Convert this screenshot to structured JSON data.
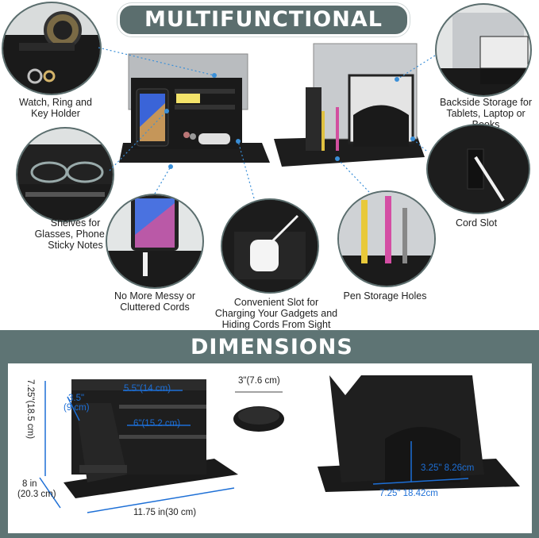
{
  "header": {
    "title": "MULTIFUNCTIONAL STAND"
  },
  "features": {
    "watch": "Watch, Ring and\nKey Holder",
    "backside": "Backside Storage for\nTablets, Laptop or Books",
    "shelves": "Shelves for\nGlasses, Phone or\nSticky Notes",
    "cord_slot": "Cord Slot",
    "cords": "No More Messy or\nCluttered Cords",
    "charging": "Convenient Slot for\nCharging Your Gadgets and\nHiding Cords From Sight",
    "pens": "Pen Storage Holes"
  },
  "dimensions": {
    "title": "DIMENSIONS",
    "height": "7.25\"(18.5 cm)",
    "depth_in": "8 in",
    "depth_cm": "(20.3 cm)",
    "width": "11.75 in(30 cm)",
    "top_shelf": "5.5\"(14 cm)",
    "mid_shelf": "6\"(15.2 cm)",
    "phone_slot_a": "3.5\"",
    "phone_slot_b": "(9 cm)",
    "tray": "3\"(7.6 cm)",
    "back_height": "3.25\" 8.26cm",
    "back_width": "7.25\" 18.42cm"
  },
  "colors": {
    "accent": "#5b6e6e",
    "dimension_blue": "#1d6fd6",
    "wood": "#1c1c1c"
  }
}
